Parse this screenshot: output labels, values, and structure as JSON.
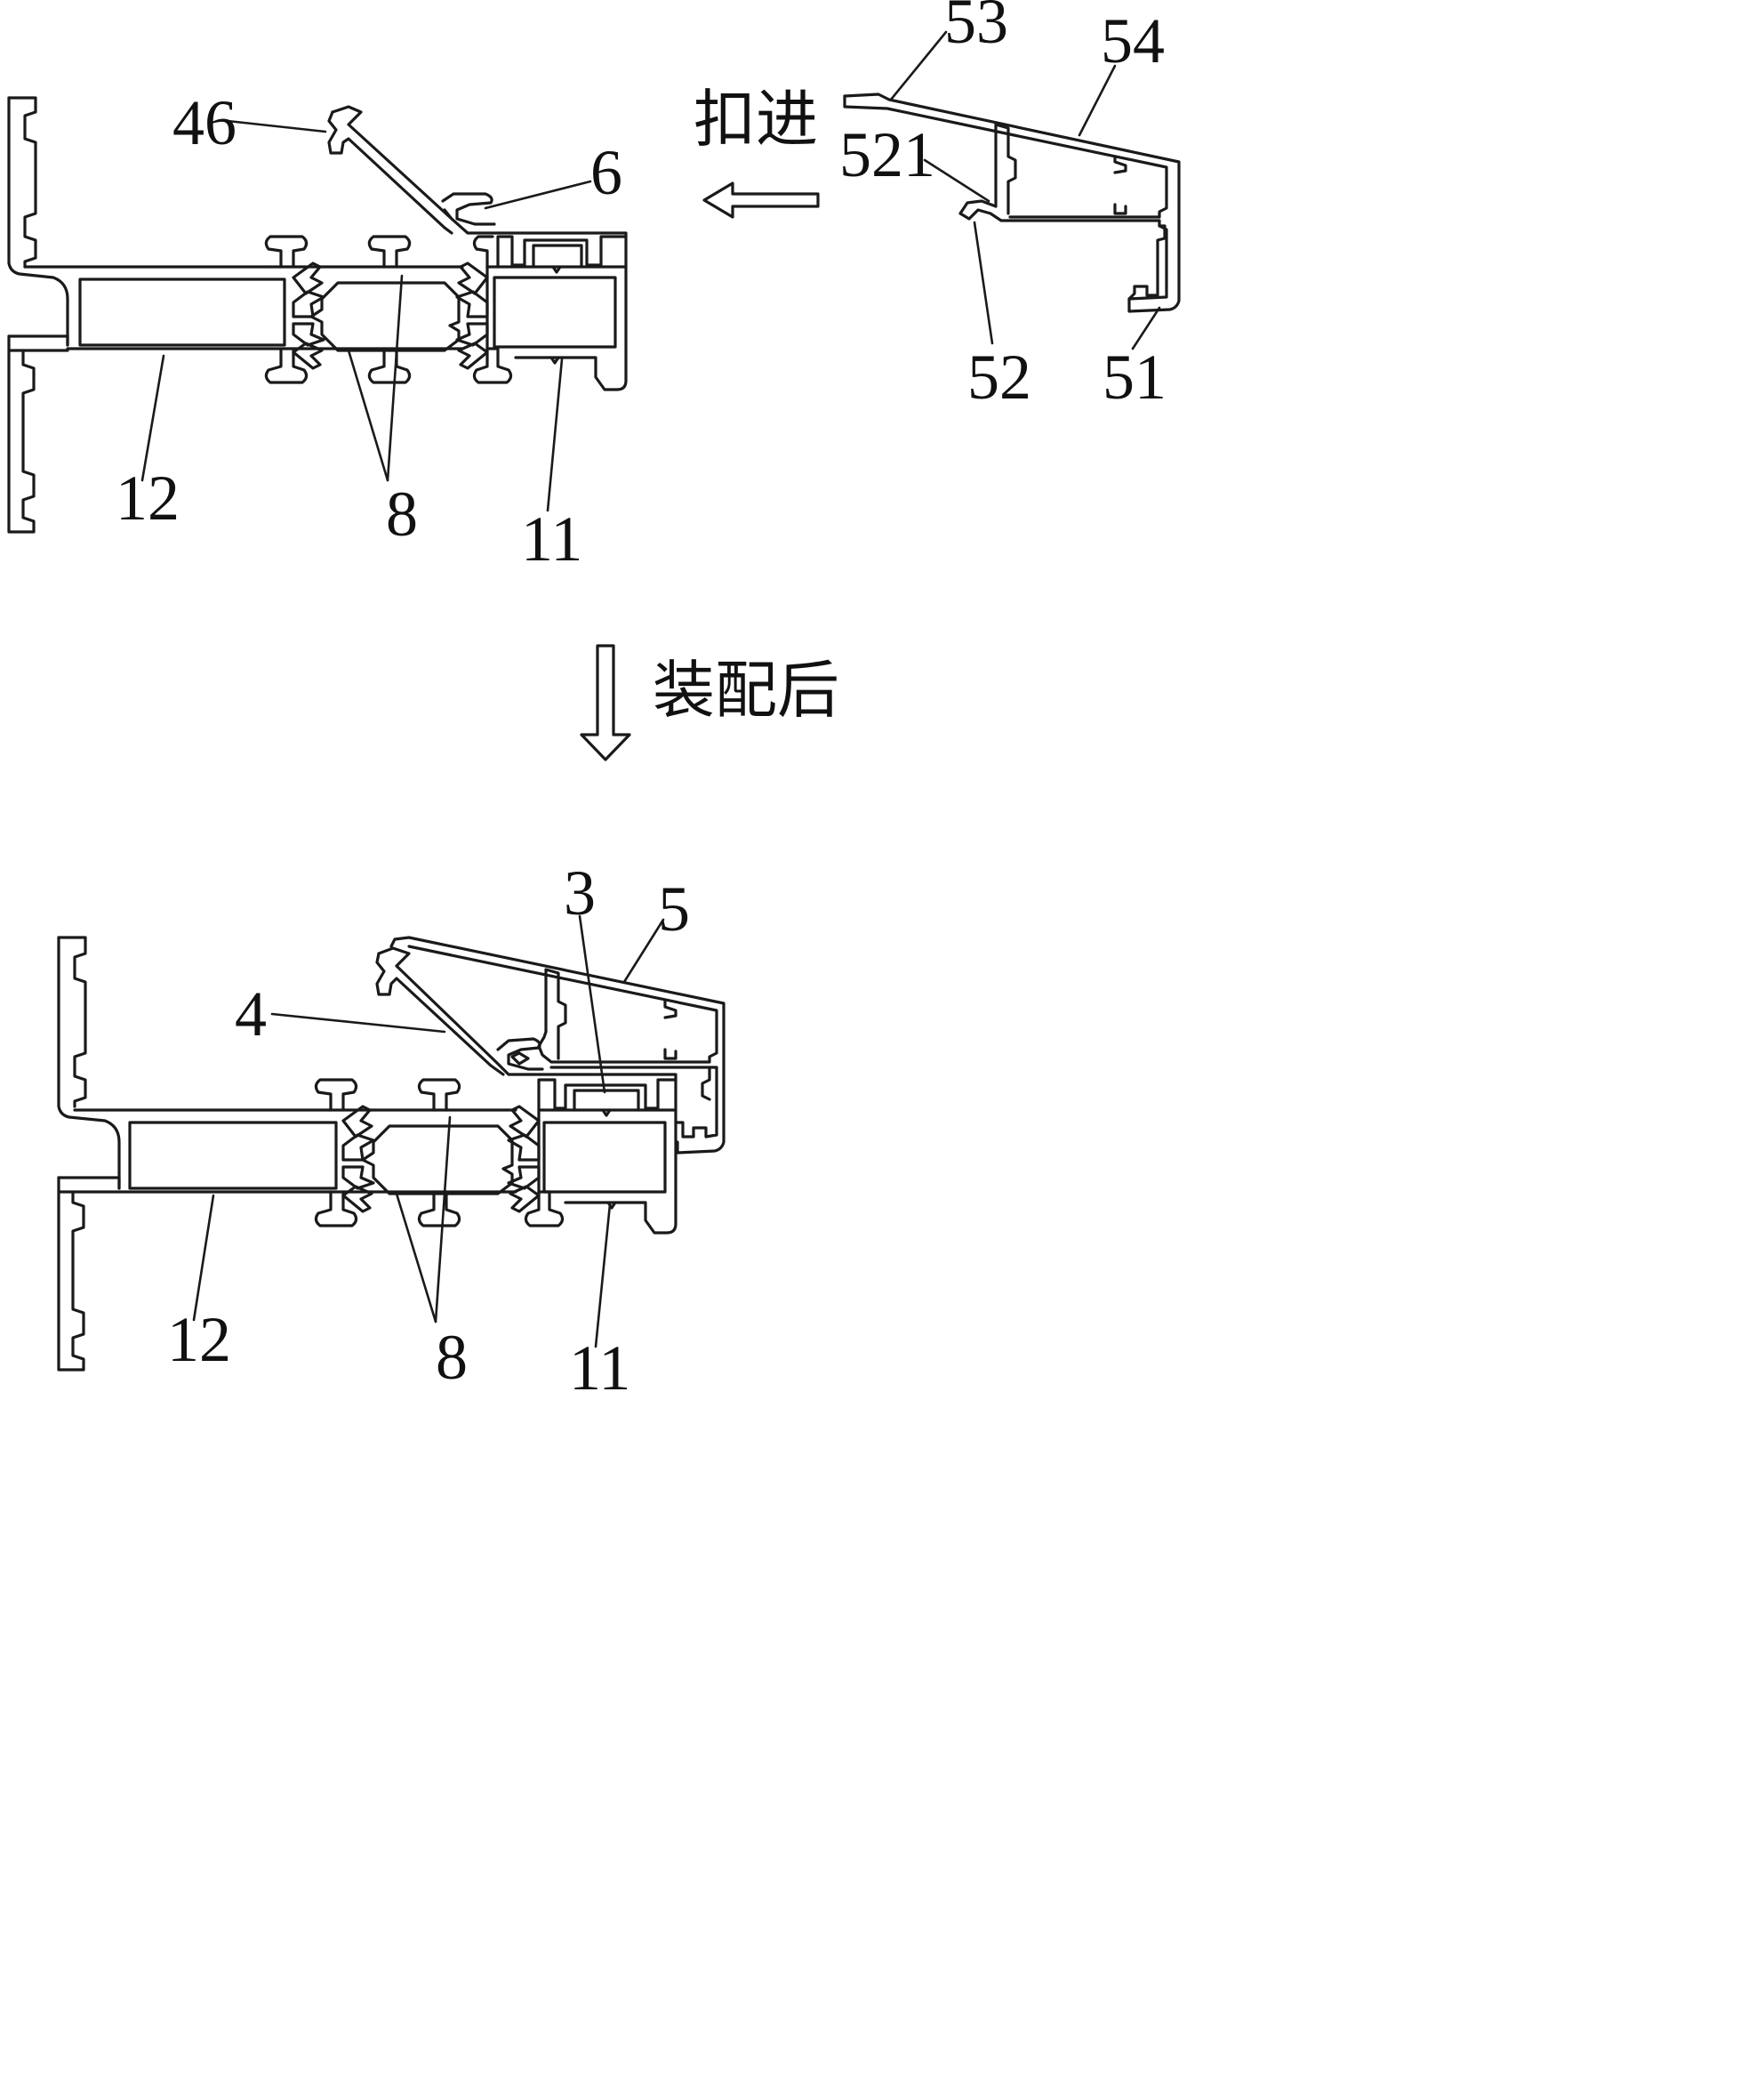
{
  "diagram": {
    "top": {
      "labels": {
        "l46": "46",
        "l6": "6",
        "l53": "53",
        "l54": "54",
        "l521": "521",
        "l52": "52",
        "l51": "51",
        "l12": "12",
        "l8": "8",
        "l11": "11"
      },
      "action_text": "扣进"
    },
    "middle": {
      "step_text": "装配后"
    },
    "bottom": {
      "labels": {
        "l3": "3",
        "l5": "5",
        "l4": "4",
        "l12": "12",
        "l8": "8",
        "l11": "11"
      }
    }
  }
}
